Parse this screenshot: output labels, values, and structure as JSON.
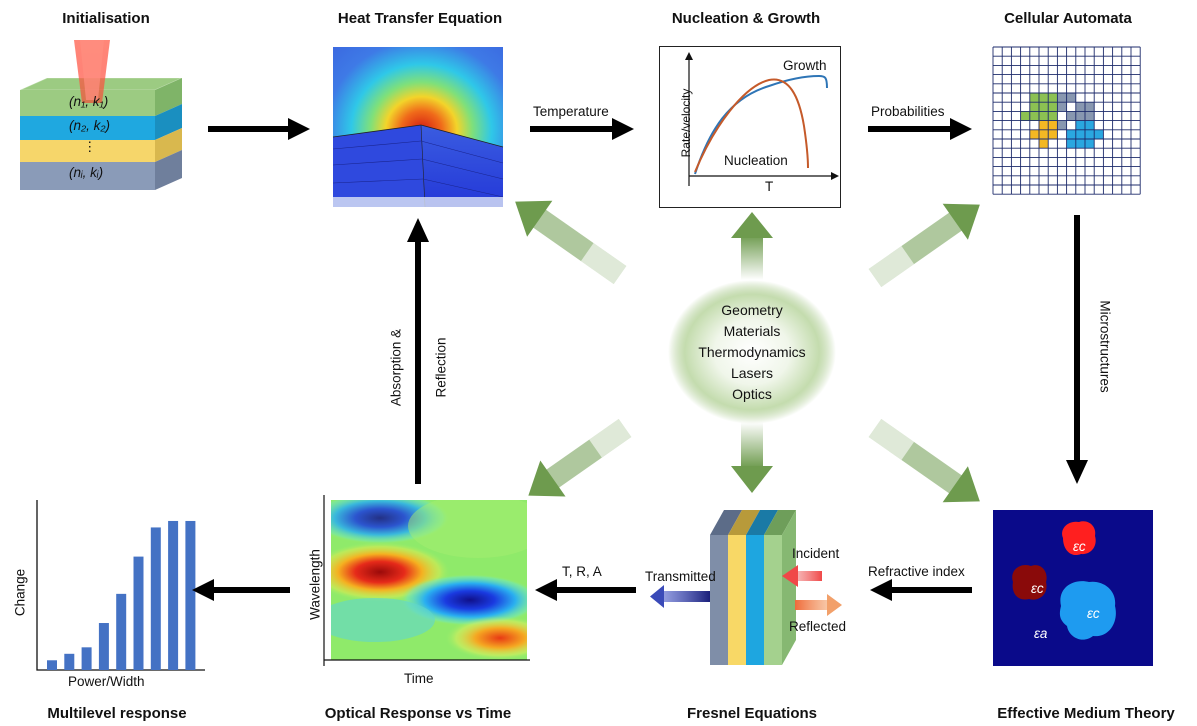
{
  "titles": {
    "initialisation": "Initialisation",
    "heat_transfer": "Heat Transfer Equation",
    "nucleation_growth": "Nucleation & Growth",
    "cellular_automata": "Cellular Automata",
    "multilevel": "Multilevel response",
    "optical_response": "Optical Response vs Time",
    "fresnel": "Fresnel Equations",
    "effective_medium": "Effective Medium Theory"
  },
  "arrow_labels": {
    "temperature": "Temperature",
    "probabilities": "Probabilities",
    "microstructures": "Microstructures",
    "refractive_index": "Refractive index",
    "trа": "T, R, A",
    "absorption": "Absorption &",
    "reflection": "Reflection"
  },
  "layers": {
    "layer1": "(n₁, k₁)",
    "layer2": "(n₂, k₂)",
    "dots": "⋮",
    "layeri": "(nᵢ, kᵢ)"
  },
  "center": {
    "items": [
      "Geometry",
      "Materials",
      "Thermodynamics",
      "Lasers",
      "Optics"
    ]
  },
  "nucleation_plot": {
    "ylabel": "Rate/velocity",
    "xlabel": "T",
    "growth": "Growth",
    "nucleation": "Nucleation"
  },
  "multilevel_plot": {
    "ylabel": "Change",
    "xlabel": "Power/Width",
    "values": [
      0.06,
      0.1,
      0.14,
      0.29,
      0.47,
      0.7,
      0.88,
      0.92,
      0.92
    ]
  },
  "optical_plot": {
    "ylabel": "Wavelength",
    "xlabel": "Time"
  },
  "fresnel_labels": {
    "incident": "Incident",
    "reflected": "Reflected",
    "transmitted": "Transmitted"
  },
  "emt_labels": {
    "eps_c": "εc",
    "eps_a": "εa"
  },
  "colors": {
    "arrow_black": "#000000",
    "green_arrow": "#6e9b4e",
    "ca_green": "#8cc152",
    "ca_blue": "#2aa7e0",
    "ca_yellow": "#f4b823",
    "ca_grey": "#8897b0",
    "grid_navy": "#1d2b6b",
    "emt_bg": "#0a0a8a",
    "bar_blue": "#4472c4",
    "growth_curve": "#2e75b6",
    "nucleation_curve": "#c55a2a"
  }
}
